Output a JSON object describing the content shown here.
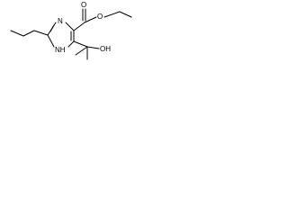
{
  "molecule": {
    "atoms": {
      "carbonyl_oxygen": "O",
      "ester_oxygen": "O",
      "ring_nitrogen_top": "N",
      "ring_nitrogen_bottom": "NH",
      "hydroxyl": "OH"
    }
  }
}
